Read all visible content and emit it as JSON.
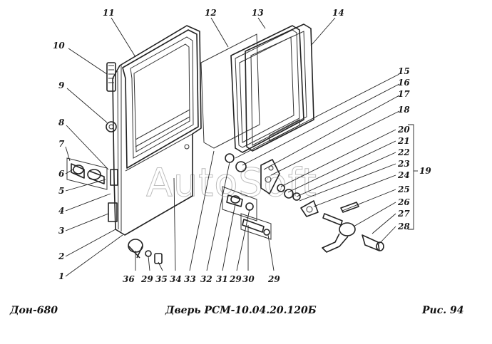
{
  "footer": {
    "model": "Дон-680",
    "title": "Дверь РСМ-10.04.20.120Б",
    "figure": "Рис.  94"
  },
  "watermark": "AutoSoft",
  "callouts": [
    "1",
    "2",
    "3",
    "4",
    "5",
    "6",
    "7",
    "8",
    "9",
    "10",
    "11",
    "12",
    "13",
    "14",
    "15",
    "16",
    "17",
    "18",
    "19",
    "20",
    "21",
    "22",
    "23",
    "24",
    "25",
    "26",
    "27",
    "28",
    "29",
    "29",
    "29",
    "30",
    "31",
    "32",
    "33",
    "34",
    "35",
    "36"
  ]
}
